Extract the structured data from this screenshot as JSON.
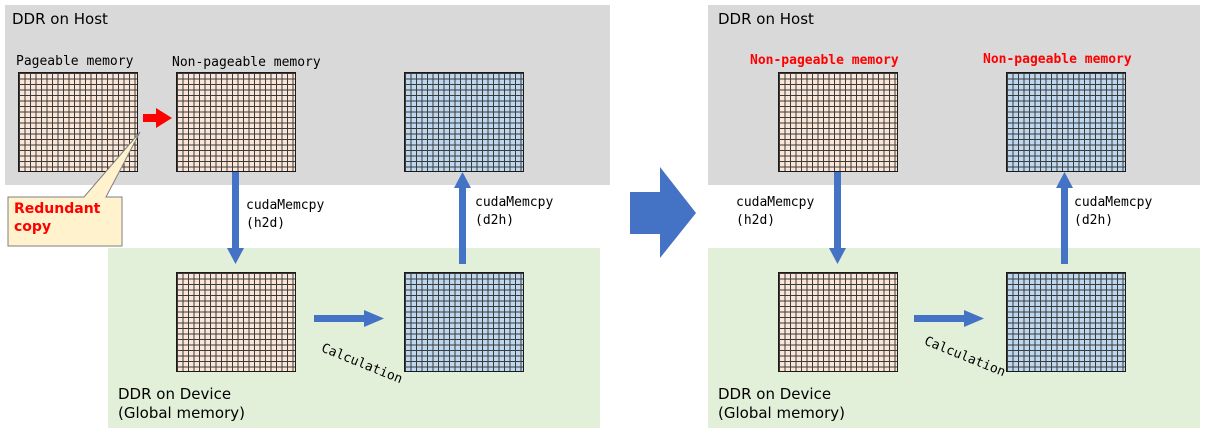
{
  "colors": {
    "host_bg": "#d9d9d9",
    "device_bg": "#e2efd9",
    "pink_fill": "#fbe5d6",
    "blue_fill": "#bdd7ee",
    "arrow_blue": "#4472c4",
    "arrow_red": "#ff0000",
    "highlight_red": "#ff0000",
    "callout_fill": "#fff2cc"
  },
  "left": {
    "host_title": "DDR on Host",
    "pageable_label": "Pageable memory",
    "non_pageable_label": "Non-pageable memory",
    "h2d_label": "cudaMemcpy\n(h2d)",
    "d2h_label": "cudaMemcpy\n(d2h)",
    "calc_label": "Calculation",
    "device_title": "DDR on Device\n(Global memory)",
    "callout": "Redundant\ncopy"
  },
  "right": {
    "host_title": "DDR on Host",
    "non_pageable_label_1": "Non-pageable memory",
    "non_pageable_label_2": "Non-pageable memory",
    "h2d_label": "cudaMemcpy\n(h2d)",
    "d2h_label": "cudaMemcpy\n(d2h)",
    "calc_label": "Calculation",
    "device_title": "DDR on Device\n(Global memory)"
  },
  "icons": {
    "transition_arrow": "right-arrow-icon"
  }
}
